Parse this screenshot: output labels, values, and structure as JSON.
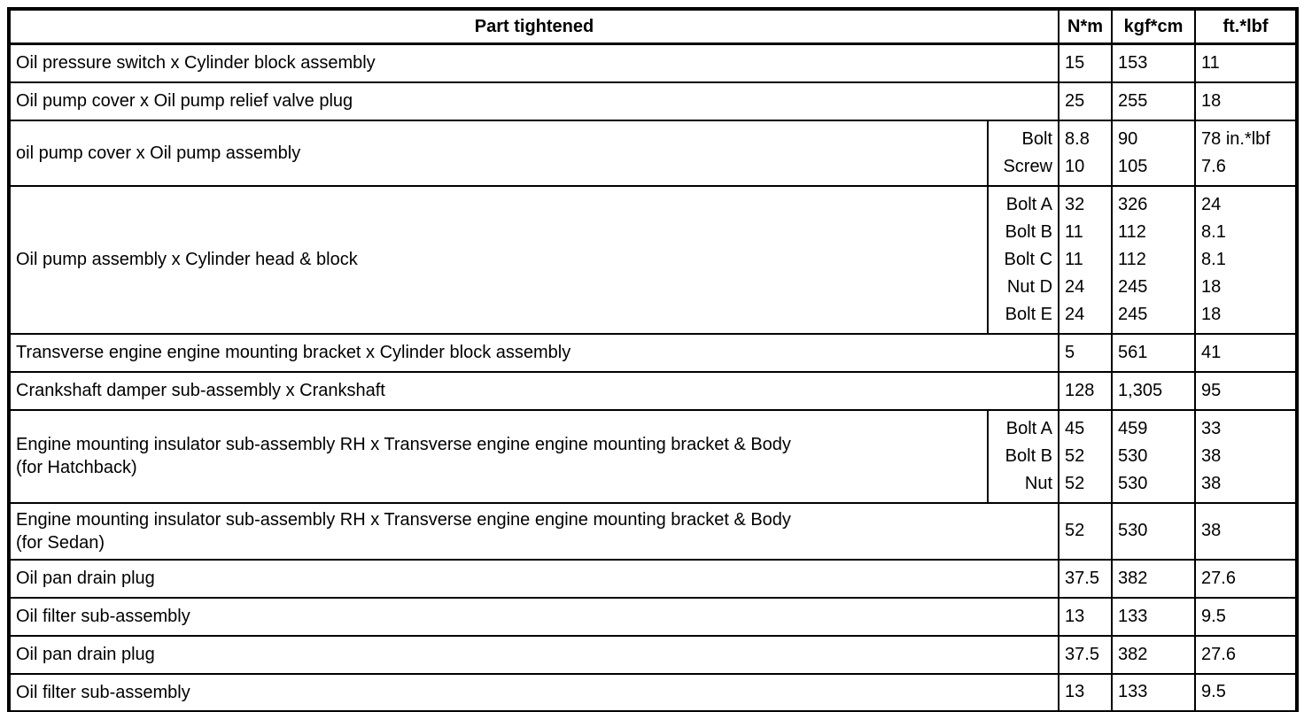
{
  "table": {
    "header": {
      "part_tightened": "Part tightened",
      "unit_nm": "N*m",
      "unit_kgfcm": "kgf*cm",
      "unit_ftlbf": "ft.*lbf"
    },
    "rows": [
      {
        "part_lines": [
          "Oil pressure switch x Cylinder block assembly"
        ],
        "entries": [
          {
            "label": "",
            "nm": "15",
            "kgf": "153",
            "ftlbf": "11"
          }
        ]
      },
      {
        "part_lines": [
          "Oil pump cover x Oil pump relief valve plug"
        ],
        "entries": [
          {
            "label": "",
            "nm": "25",
            "kgf": "255",
            "ftlbf": "18"
          }
        ]
      },
      {
        "part_lines": [
          "oil pump cover x Oil pump assembly"
        ],
        "entries": [
          {
            "label": "Bolt",
            "nm": "8.8",
            "kgf": "90",
            "ftlbf": "78 in.*lbf"
          },
          {
            "label": "Screw",
            "nm": "10",
            "kgf": "105",
            "ftlbf": "7.6"
          }
        ]
      },
      {
        "part_lines": [
          "Oil pump assembly x Cylinder head & block"
        ],
        "entries": [
          {
            "label": "Bolt A",
            "nm": "32",
            "kgf": "326",
            "ftlbf": "24"
          },
          {
            "label": "Bolt B",
            "nm": "11",
            "kgf": "112",
            "ftlbf": "8.1"
          },
          {
            "label": "Bolt C",
            "nm": "11",
            "kgf": "112",
            "ftlbf": "8.1"
          },
          {
            "label": "Nut D",
            "nm": "24",
            "kgf": "245",
            "ftlbf": "18"
          },
          {
            "label": "Bolt E",
            "nm": "24",
            "kgf": "245",
            "ftlbf": "18"
          }
        ]
      },
      {
        "part_lines": [
          "Transverse engine engine mounting bracket x Cylinder block assembly"
        ],
        "entries": [
          {
            "label": "",
            "nm": "5",
            "kgf": "561",
            "ftlbf": "41"
          }
        ]
      },
      {
        "part_lines": [
          "Crankshaft damper sub-assembly x Crankshaft"
        ],
        "entries": [
          {
            "label": "",
            "nm": "128",
            "kgf": "1,305",
            "ftlbf": "95"
          }
        ]
      },
      {
        "part_lines": [
          "Engine mounting insulator sub-assembly RH x Transverse engine engine mounting bracket & Body",
          "(for Hatchback)"
        ],
        "entries": [
          {
            "label": "Bolt A",
            "nm": "45",
            "kgf": "459",
            "ftlbf": "33"
          },
          {
            "label": "Bolt B",
            "nm": "52",
            "kgf": "530",
            "ftlbf": "38"
          },
          {
            "label": "Nut",
            "nm": "52",
            "kgf": "530",
            "ftlbf": "38"
          }
        ]
      },
      {
        "part_lines": [
          "Engine mounting insulator sub-assembly RH x Transverse engine engine mounting bracket & Body",
          "(for Sedan)"
        ],
        "entries": [
          {
            "label": "",
            "nm": "52",
            "kgf": "530",
            "ftlbf": "38"
          }
        ]
      },
      {
        "part_lines": [
          "Oil pan drain plug"
        ],
        "entries": [
          {
            "label": "",
            "nm": "37.5",
            "kgf": "382",
            "ftlbf": "27.6"
          }
        ]
      },
      {
        "part_lines": [
          "Oil filter sub-assembly"
        ],
        "entries": [
          {
            "label": "",
            "nm": "13",
            "kgf": "133",
            "ftlbf": "9.5"
          }
        ]
      },
      {
        "part_lines": [
          "Oil pan drain plug"
        ],
        "entries": [
          {
            "label": "",
            "nm": "37.5",
            "kgf": "382",
            "ftlbf": "27.6"
          }
        ]
      },
      {
        "part_lines": [
          "Oil filter sub-assembly"
        ],
        "entries": [
          {
            "label": "",
            "nm": "13",
            "kgf": "133",
            "ftlbf": "9.5"
          }
        ]
      }
    ],
    "colors": {
      "border": "#000000",
      "text": "#000000",
      "background": "#ffffff"
    }
  }
}
